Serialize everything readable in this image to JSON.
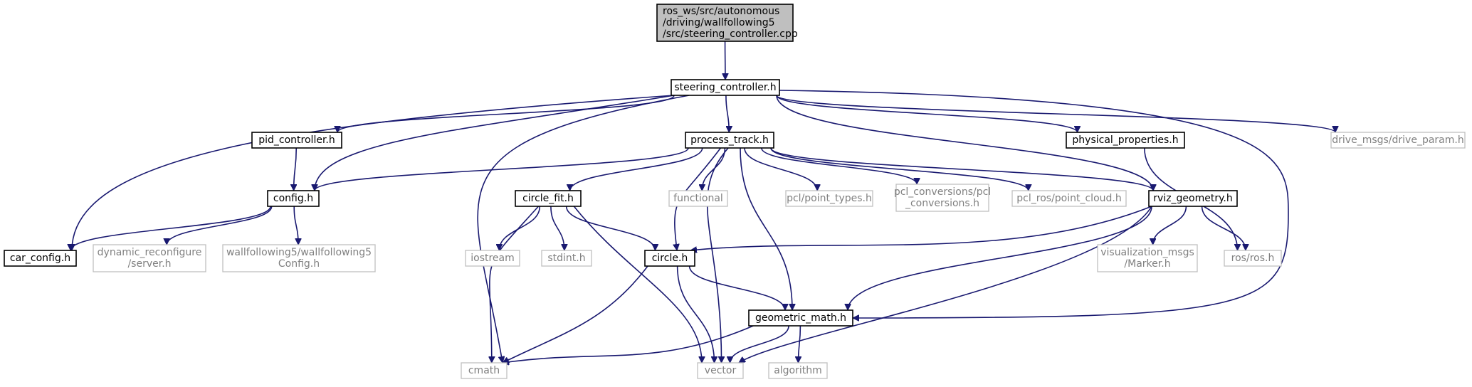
{
  "nodes": [
    {
      "id": "root",
      "lines": [
        "ros_ws/src/autonomous",
        "/driving/wallfollowing5",
        "/src/steering_controller.cpp"
      ],
      "kind": "root"
    },
    {
      "id": "steering_controller_h",
      "lines": [
        "steering_controller.h"
      ],
      "kind": "file"
    },
    {
      "id": "pid_controller_h",
      "lines": [
        "pid_controller.h"
      ],
      "kind": "file"
    },
    {
      "id": "process_track_h",
      "lines": [
        "process_track.h"
      ],
      "kind": "file"
    },
    {
      "id": "physical_properties_h",
      "lines": [
        "physical_properties.h"
      ],
      "kind": "file"
    },
    {
      "id": "drive_param_h",
      "lines": [
        "drive_msgs/drive_param.h"
      ],
      "kind": "external"
    },
    {
      "id": "config_h",
      "lines": [
        "config.h"
      ],
      "kind": "file"
    },
    {
      "id": "circle_fit_h",
      "lines": [
        "circle_fit.h"
      ],
      "kind": "file"
    },
    {
      "id": "functional",
      "lines": [
        "functional"
      ],
      "kind": "external"
    },
    {
      "id": "pcl_point_types_h",
      "lines": [
        "pcl/point_types.h"
      ],
      "kind": "external"
    },
    {
      "id": "pcl_conversions_h",
      "lines": [
        "pcl_conversions/pcl",
        "_conversions.h"
      ],
      "kind": "external"
    },
    {
      "id": "pcl_ros_point_cloud_h",
      "lines": [
        "pcl_ros/point_cloud.h"
      ],
      "kind": "external"
    },
    {
      "id": "rviz_geometry_h",
      "lines": [
        "rviz_geometry.h"
      ],
      "kind": "file"
    },
    {
      "id": "car_config_h",
      "lines": [
        "car_config.h"
      ],
      "kind": "file"
    },
    {
      "id": "dynamic_reconfigure_server_h",
      "lines": [
        "dynamic_reconfigure",
        "/server.h"
      ],
      "kind": "external"
    },
    {
      "id": "wallfollowing5_config_h",
      "lines": [
        "wallfollowing5/wallfollowing5",
        "Config.h"
      ],
      "kind": "external"
    },
    {
      "id": "iostream",
      "lines": [
        "iostream"
      ],
      "kind": "external"
    },
    {
      "id": "stdint_h",
      "lines": [
        "stdint.h"
      ],
      "kind": "external"
    },
    {
      "id": "circle_h",
      "lines": [
        "circle.h"
      ],
      "kind": "file"
    },
    {
      "id": "visualization_msgs_marker_h",
      "lines": [
        "visualization_msgs",
        "/Marker.h"
      ],
      "kind": "external"
    },
    {
      "id": "ros_ros_h",
      "lines": [
        "ros/ros.h"
      ],
      "kind": "external"
    },
    {
      "id": "geometric_math_h",
      "lines": [
        "geometric_math.h"
      ],
      "kind": "file"
    },
    {
      "id": "cmath",
      "lines": [
        "cmath"
      ],
      "kind": "external"
    },
    {
      "id": "vector",
      "lines": [
        "vector"
      ],
      "kind": "external"
    },
    {
      "id": "algorithm",
      "lines": [
        "algorithm"
      ],
      "kind": "external"
    }
  ],
  "edges": [
    [
      "root",
      "steering_controller_h"
    ],
    [
      "steering_controller_h",
      "pid_controller_h"
    ],
    [
      "steering_controller_h",
      "process_track_h"
    ],
    [
      "steering_controller_h",
      "physical_properties_h"
    ],
    [
      "steering_controller_h",
      "drive_param_h"
    ],
    [
      "steering_controller_h",
      "car_config_h"
    ],
    [
      "steering_controller_h",
      "config_h"
    ],
    [
      "steering_controller_h",
      "cmath"
    ],
    [
      "steering_controller_h",
      "rviz_geometry_h"
    ],
    [
      "steering_controller_h",
      "geometric_math_h"
    ],
    [
      "pid_controller_h",
      "config_h"
    ],
    [
      "process_track_h",
      "config_h"
    ],
    [
      "process_track_h",
      "circle_fit_h"
    ],
    [
      "process_track_h",
      "functional"
    ],
    [
      "process_track_h",
      "pcl_point_types_h"
    ],
    [
      "process_track_h",
      "pcl_conversions_h"
    ],
    [
      "process_track_h",
      "pcl_ros_point_cloud_h"
    ],
    [
      "process_track_h",
      "rviz_geometry_h"
    ],
    [
      "process_track_h",
      "circle_h"
    ],
    [
      "process_track_h",
      "vector"
    ],
    [
      "process_track_h",
      "geometric_math_h"
    ],
    [
      "physical_properties_h",
      "ros_ros_h"
    ],
    [
      "config_h",
      "car_config_h"
    ],
    [
      "config_h",
      "dynamic_reconfigure_server_h"
    ],
    [
      "config_h",
      "wallfollowing5_config_h"
    ],
    [
      "circle_fit_h",
      "iostream"
    ],
    [
      "circle_fit_h",
      "stdint_h"
    ],
    [
      "circle_fit_h",
      "circle_h"
    ],
    [
      "circle_fit_h",
      "cmath"
    ],
    [
      "circle_fit_h",
      "vector"
    ],
    [
      "rviz_geometry_h",
      "circle_h"
    ],
    [
      "rviz_geometry_h",
      "visualization_msgs_marker_h"
    ],
    [
      "rviz_geometry_h",
      "ros_ros_h"
    ],
    [
      "rviz_geometry_h",
      "geometric_math_h"
    ],
    [
      "rviz_geometry_h",
      "vector"
    ],
    [
      "circle_h",
      "geometric_math_h"
    ],
    [
      "circle_h",
      "cmath"
    ],
    [
      "circle_h",
      "vector"
    ],
    [
      "geometric_math_h",
      "cmath"
    ],
    [
      "geometric_math_h",
      "vector"
    ],
    [
      "geometric_math_h",
      "algorithm"
    ]
  ],
  "colors": {
    "edge": "#191970",
    "file_border": "#000000",
    "external_border": "#bfbfbf",
    "external_text": "#808080",
    "root_fill": "#bfbfbf"
  }
}
